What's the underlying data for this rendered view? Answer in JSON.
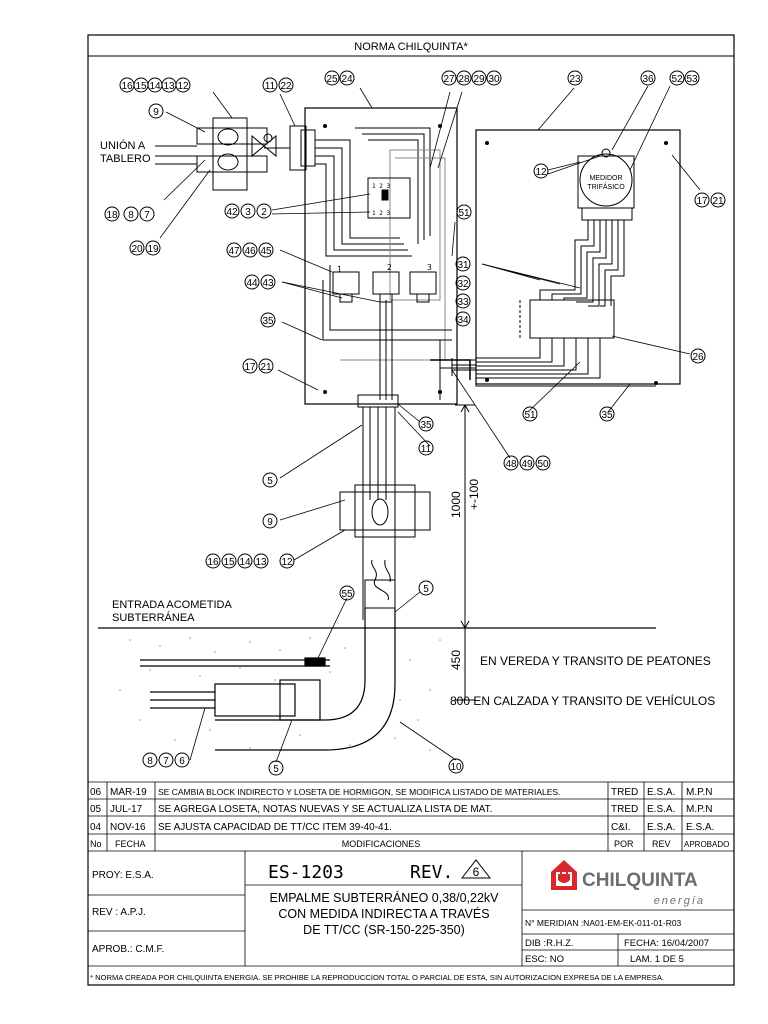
{
  "header": {
    "title": "NORMA CHILQUINTA*"
  },
  "labels": {
    "l16": "16",
    "l15": "15",
    "l14": "14",
    "l13": "13",
    "l12": "12",
    "l9": "9",
    "l11": "11",
    "l22": "22",
    "l25": "25",
    "l24": "24",
    "l27": "27",
    "l28": "28",
    "l29": "29",
    "l30": "30",
    "l23": "23",
    "l36": "36",
    "l52": "52",
    "l53": "53",
    "l18": "18",
    "l8": "8",
    "l7": "7",
    "l20": "20",
    "l19": "19",
    "l42": "42",
    "l3": "3",
    "l2": "2",
    "l17": "17",
    "l21": "21",
    "l51": "51",
    "l47": "47",
    "l46": "46",
    "l45": "45",
    "l44": "44",
    "l43": "43",
    "l31": "31",
    "l32": "32",
    "l33": "33",
    "l34": "34",
    "l35": "35",
    "l26": "26",
    "l5": "5",
    "l48": "48",
    "l49": "49",
    "l50": "50",
    "l55": "55",
    "l6": "6",
    "l10": "10",
    "union_a": "UNIÓN A",
    "tablero": "TABLERO",
    "medidor": "MEDIDOR",
    "trifasico": "TRIFÁSICO",
    "dim_1000": "1000",
    "dim_tol": "+-100",
    "dim_450": "450",
    "entrada_1": "ENTRADA ACOMETIDA",
    "entrada_2": "SUBTERRÁNEA",
    "vereda": "EN VEREDA Y TRANSITO DE PEATONES",
    "calzada": "800 EN CALZADA Y TRANSITO DE VEHÍCULOS",
    "ph1": "1",
    "ph2": "2",
    "ph3": "3"
  },
  "revisions": [
    {
      "no": "06",
      "fecha": "MAR-19",
      "mod": "SE CAMBIA BLOCK INDIRECTO Y LOSETA DE HORMIGON, SE MODIFICA LISTADO DE MATERIALES.",
      "por": "TRED",
      "rev": "E.S.A.",
      "aprob": "M.P.N"
    },
    {
      "no": "05",
      "fecha": "JUL-17",
      "mod": "SE AGREGA LOSETA, NOTAS NUEVAS Y SE ACTUALIZA LISTA DE MAT.",
      "por": "TRED",
      "rev": "E.S.A.",
      "aprob": "M.P.N"
    },
    {
      "no": "04",
      "fecha": "NOV-16",
      "mod": "SE AJUSTA CAPACIDAD DE TT/CC ITEM 39-40-41.",
      "por": "C&I.",
      "rev": "E.S.A.",
      "aprob": "E.S.A."
    }
  ],
  "rev_header": {
    "no": "No",
    "fecha": "FECHA",
    "mod": "MODIFICACIONES",
    "por": "POR",
    "rev": "REV",
    "aprob": "APROBADO"
  },
  "title_block": {
    "proy": "PROY: E.S.A.",
    "rev_by": "REV : A.P.J.",
    "aprob": "APROB.: C.M.F.",
    "code": "ES-1203",
    "rev_label": "REV.",
    "rev_num": "6",
    "desc1": "EMPALME SUBTERRÁNEO 0,38/0,22kV",
    "desc2": "CON MEDIDA INDIRECTA A TRAVÉS",
    "desc3": "DE TT/CC (SR-150-225-350)",
    "brand": "CHILQUINTA",
    "brand_sub": "energía",
    "meridian": "N° MERIDIAN :NA01-EM-EK-011-01-R03",
    "dib": "DIB :R.H.Z.",
    "fecha": "FECHA: 16/04/2007",
    "esc": "ESC: NO",
    "lam": "LAM. 1  DE 5"
  },
  "footer": {
    "note": "* NORMA CREADA POR CHILQUINTA ENERGIA. SE PROHIBE LA REPRODUCCION TOTAL O PARCIAL DE ESTA, SIN AUTORIZACION EXPRESA DE LA EMPRESA."
  },
  "colors": {
    "brand_red": "#d9272e",
    "brand_gray": "#6d6e71",
    "ink": "#000000"
  }
}
